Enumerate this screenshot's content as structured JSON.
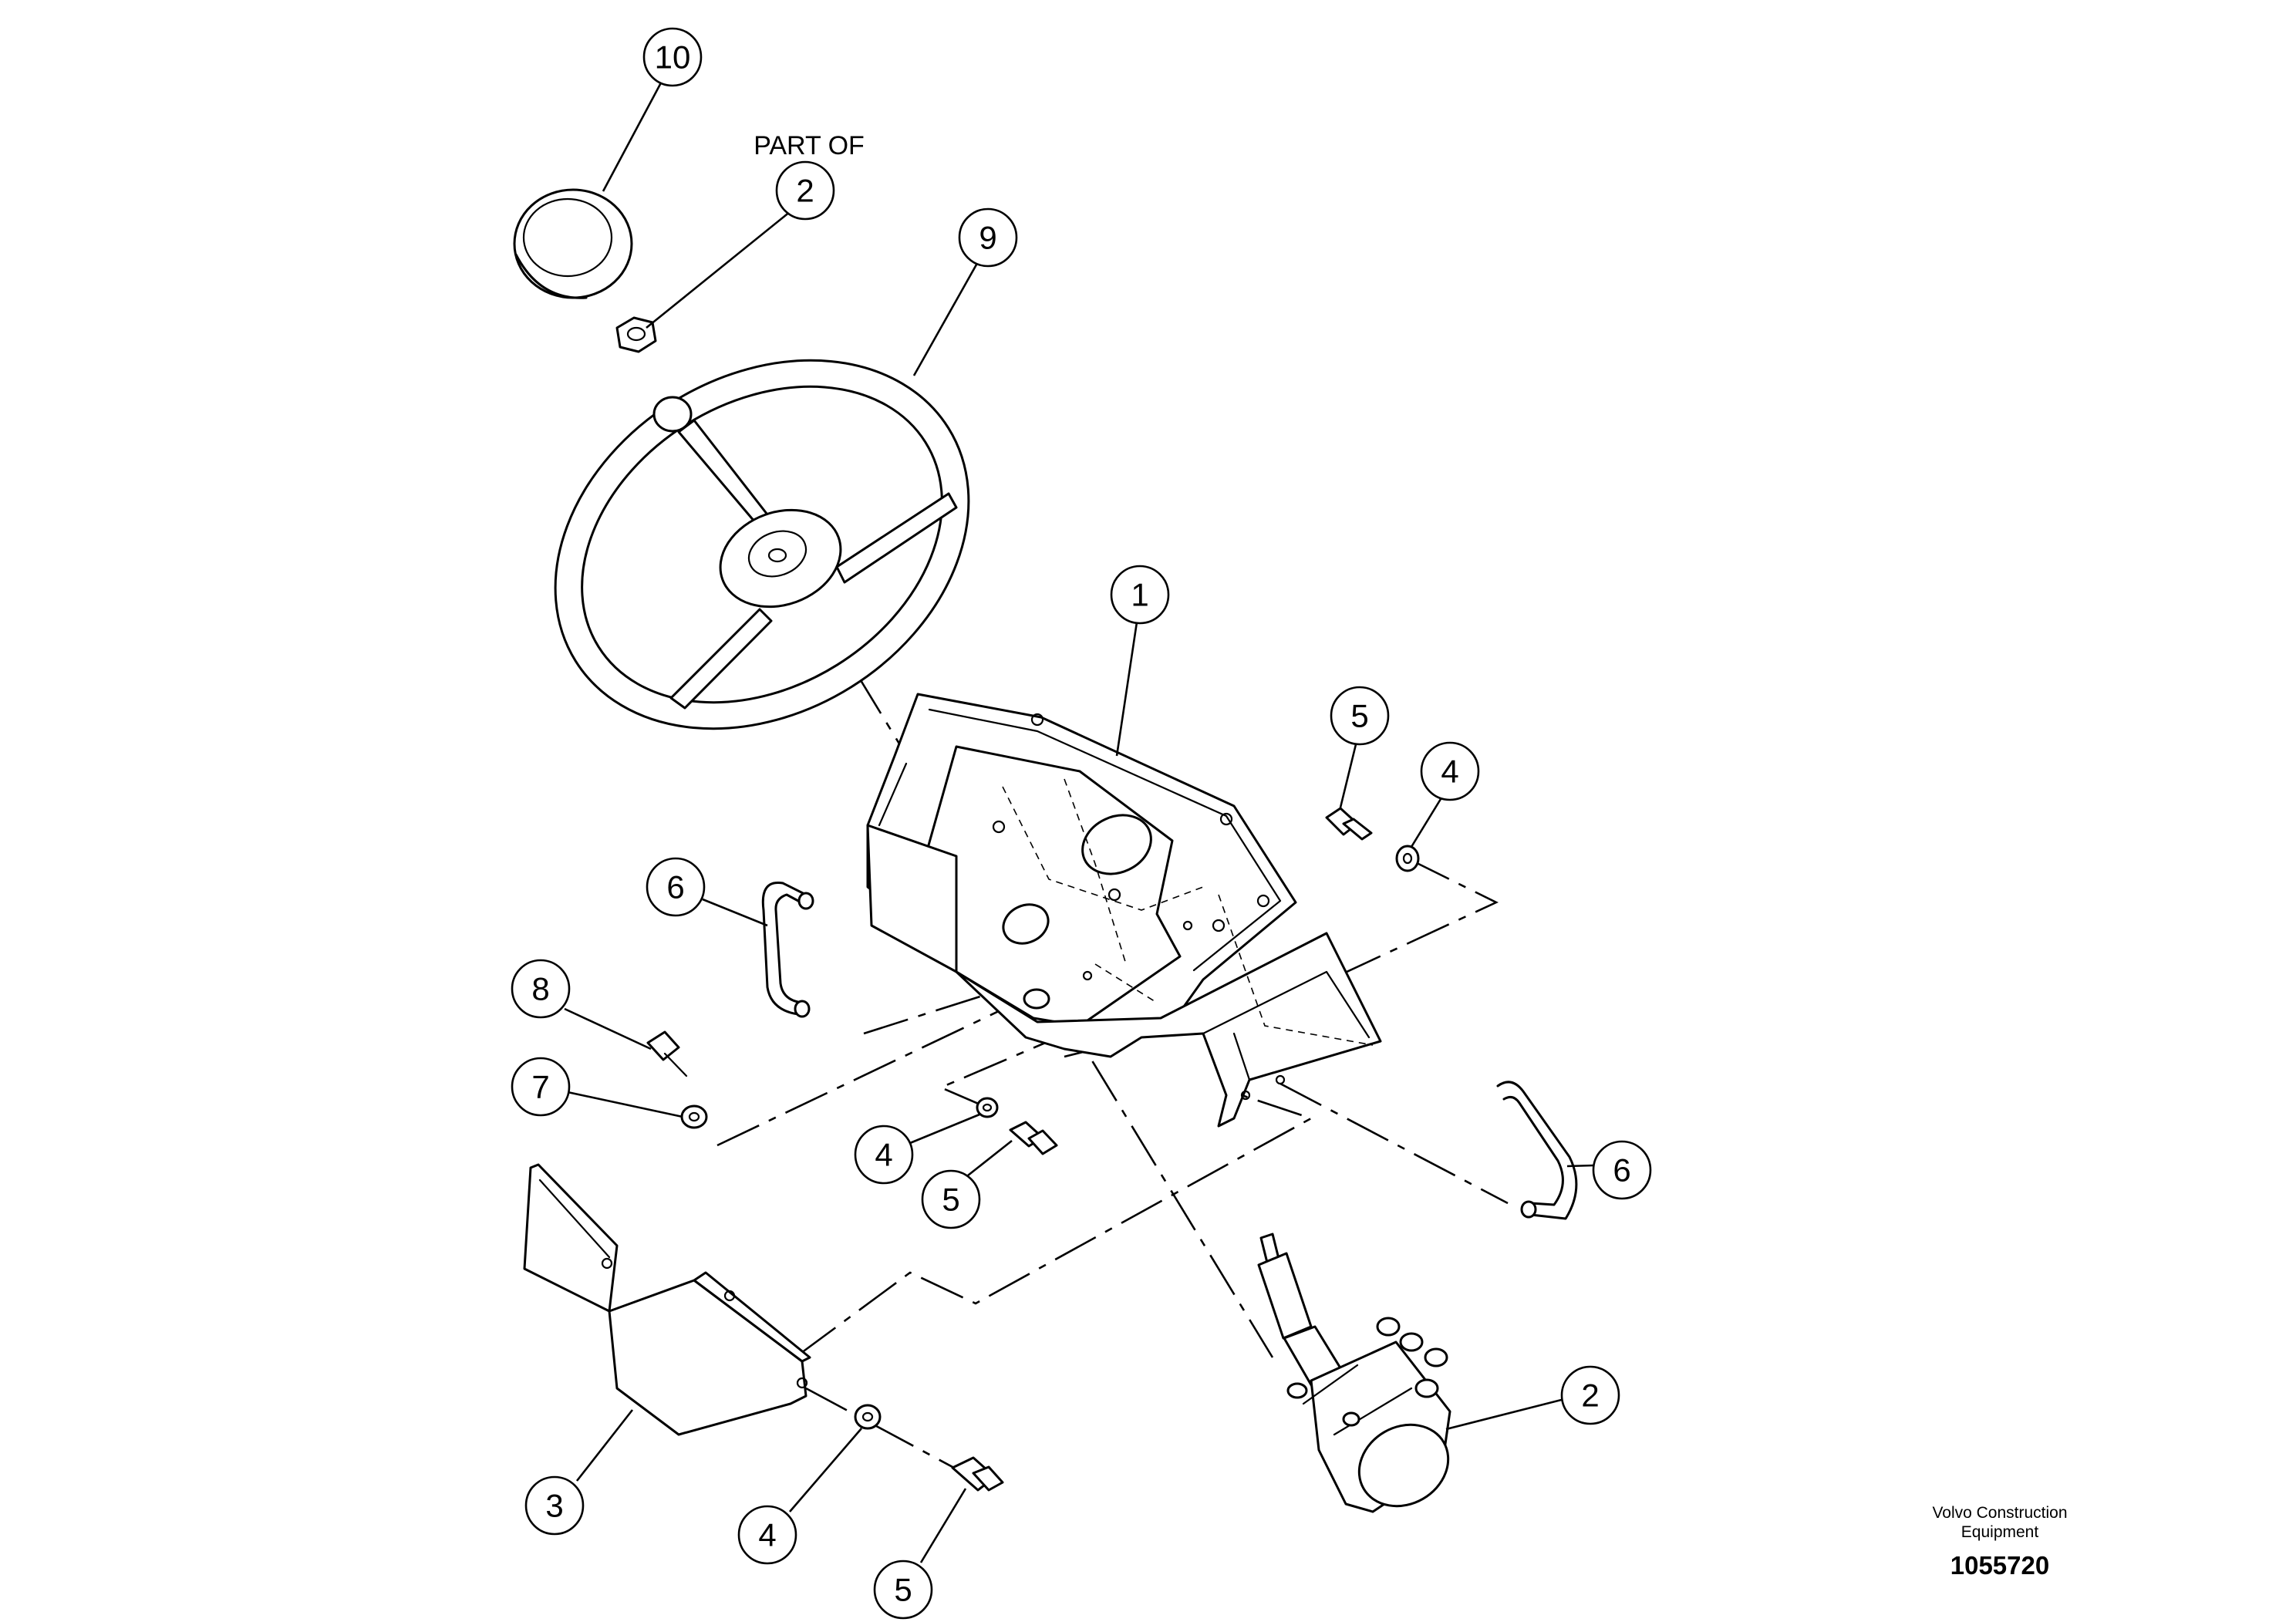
{
  "drawing": {
    "note_part_of": "PART OF",
    "brand_line1": "Volvo Construction",
    "brand_line2": "Equipment",
    "drawing_number": "1055720"
  },
  "callouts": [
    {
      "id": "callout-10",
      "label": "10"
    },
    {
      "id": "callout-2-part-of",
      "label": "2"
    },
    {
      "id": "callout-9",
      "label": "9"
    },
    {
      "id": "callout-1",
      "label": "1"
    },
    {
      "id": "callout-5-upper",
      "label": "5"
    },
    {
      "id": "callout-4-upper",
      "label": "4"
    },
    {
      "id": "callout-6-left",
      "label": "6"
    },
    {
      "id": "callout-8",
      "label": "8"
    },
    {
      "id": "callout-7",
      "label": "7"
    },
    {
      "id": "callout-4-middle",
      "label": "4"
    },
    {
      "id": "callout-5-middle",
      "label": "5"
    },
    {
      "id": "callout-6-right",
      "label": "6"
    },
    {
      "id": "callout-2-unit",
      "label": "2"
    },
    {
      "id": "callout-3",
      "label": "3"
    },
    {
      "id": "callout-4-lower",
      "label": "4"
    },
    {
      "id": "callout-5-lower",
      "label": "5"
    }
  ]
}
